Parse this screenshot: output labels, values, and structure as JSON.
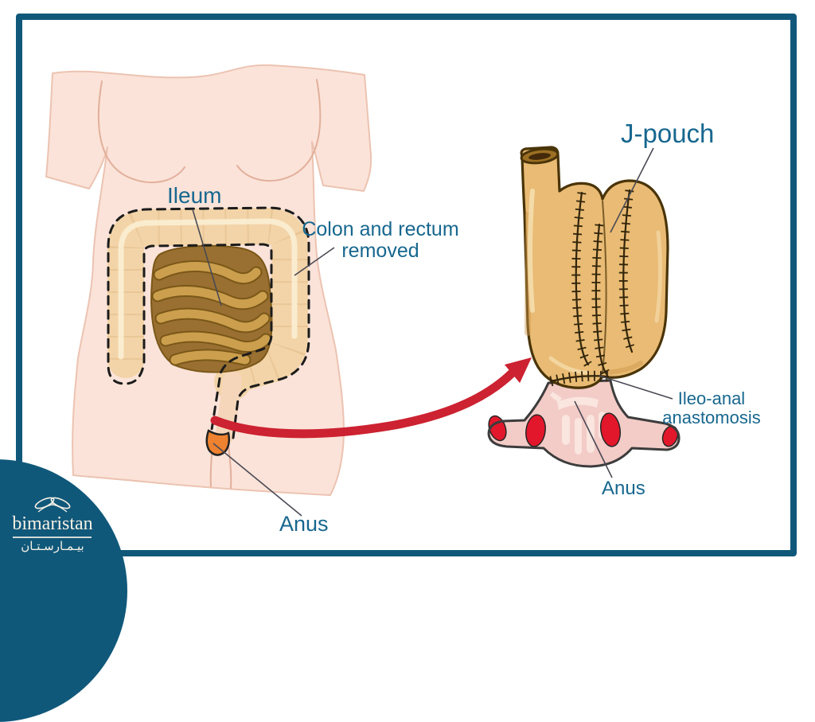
{
  "labels": {
    "ileum": "Ileum",
    "colon_removed": {
      "line1": "Colon and rectum",
      "line2": "removed"
    },
    "anus_left": "Anus",
    "jpouch": "J-pouch",
    "ileoanal": {
      "line1": "Ileo-anal",
      "line2": "anastomosis"
    },
    "anus_right": "Anus"
  },
  "logo": {
    "name": "bimaristan",
    "name_arabic": "بيـمـارسـتـان",
    "icon": "crossed-leaves-icon"
  },
  "colors": {
    "frame_teal": "#10587a",
    "teal_text": "#17678f",
    "arrow_red": "#cc2231",
    "sphincter_red": "#e2172b",
    "skin": "#fbe3d9",
    "colon": "#f3d4a8",
    "colon_highlight": "#fbeed3",
    "intestine_dark": "#997031",
    "intestine_coil": "#cb9f4d",
    "pouch": "#e9bb74",
    "canal_pink": "#f3cbc7",
    "canal_light": "#fae5df",
    "anus_orange": "#ee8230"
  }
}
